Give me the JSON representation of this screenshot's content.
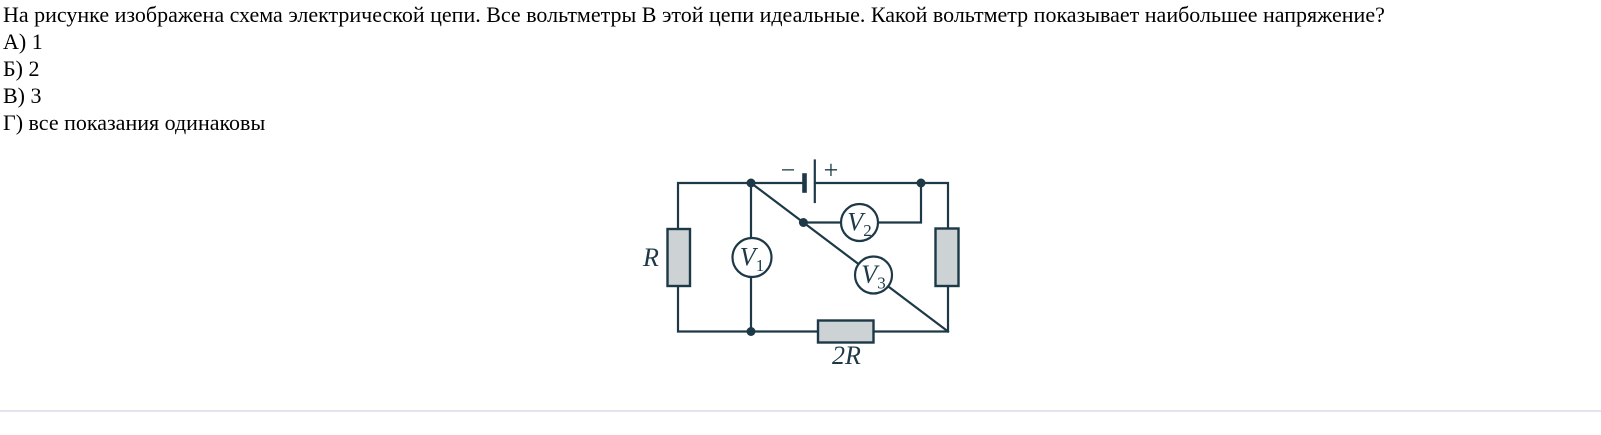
{
  "question": {
    "text": "На рисунке изображена схема электрической цепи. Все вольтметры В этой цепи идеальные. Какой вольтметр показывает наибольшее напряжение?",
    "options": [
      "А) 1",
      "Б) 2",
      "В) 3",
      "Г) все показания одинаковы"
    ]
  },
  "circuit": {
    "colors": {
      "stroke": "#1d3947",
      "resistor_fill": "#cdd2d4",
      "label": "#1d3947"
    },
    "battery": {
      "minus": "−",
      "plus": "+"
    },
    "labels": {
      "left_resistor": "R",
      "bottom_resistor": "2R"
    },
    "voltmeters": [
      {
        "symbol": "V",
        "sub": "1"
      },
      {
        "symbol": "V",
        "sub": "2"
      },
      {
        "symbol": "V",
        "sub": "3"
      }
    ]
  }
}
